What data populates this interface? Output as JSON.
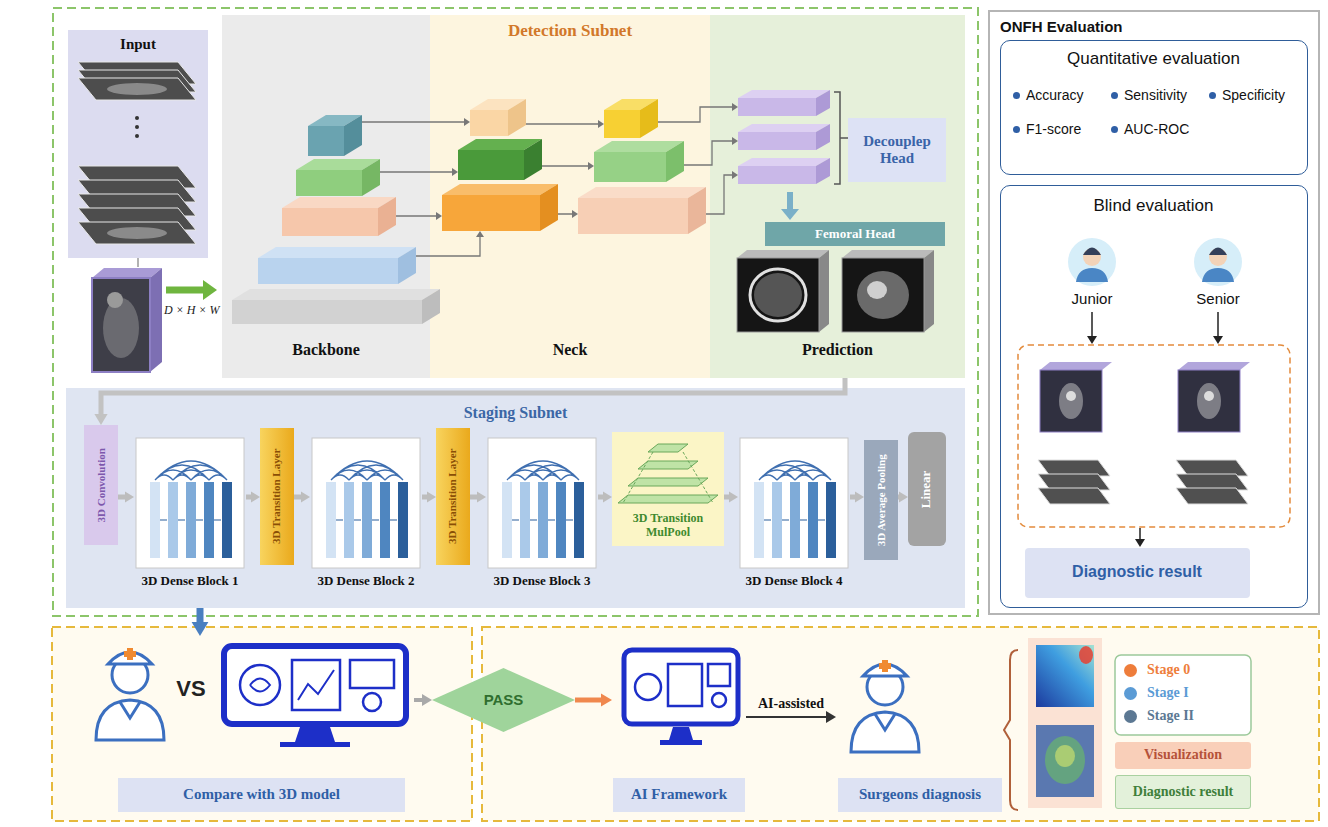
{
  "diagram": {
    "nodes": [
      {
        "text": [
          "Input"
        ]
      },
      {
        "text": [
          "Backbone"
        ]
      },
      {
        "text": [
          "Detection Subnet",
          "Neck"
        ]
      },
      {
        "text": [
          "Prediction"
        ]
      },
      {
        "text": [
          "Decouplep Head"
        ],
        "in": 3
      },
      {
        "text": [
          "Femoral Head"
        ],
        "in": 3
      },
      {
        "text": [
          "Staging Subnet"
        ]
      },
      {
        "text": [
          "3D Convolution"
        ],
        "in": 6
      },
      {
        "text": [
          "3D Dense Block 1"
        ],
        "in": 6
      },
      {
        "text": [
          "3D Transition Layer"
        ],
        "in": 6
      },
      {
        "text": [
          "3D Dense Block 2"
        ],
        "in": 6
      },
      {
        "text": [
          "3D Transition Layer"
        ],
        "in": 6
      },
      {
        "text": [
          "3D Dense Block 3"
        ],
        "in": 6
      },
      {
        "text": [
          "3D Transition MulPool"
        ],
        "in": 6
      },
      {
        "text": [
          "3D Dense Block 4"
        ],
        "in": 6
      },
      {
        "text": [
          "3D Average Pooling"
        ],
        "in": 6
      },
      {
        "text": [
          "Linear"
        ],
        "in": 6
      },
      {
        "text": [
          "ONFH Evaluation"
        ]
      },
      {
        "text": [
          "Quantitative evaluation",
          "Accuracy",
          "Sensitivity",
          "Specificity",
          "F1-score",
          "AUC-ROC"
        ],
        "in": 17
      },
      {
        "text": [
          "Blind evaluation"
        ],
        "in": 17
      },
      {
        "text": [
          "Diagnostic result"
        ],
        "in": 19
      },
      {
        "text": [
          "Compare with 3D model"
        ]
      },
      {
        "text": [
          "PASS"
        ]
      },
      {
        "text": [
          "AI Framework"
        ]
      },
      {
        "text": [
          "Surgeons diagnosis"
        ]
      },
      {
        "text": [
          "Visualization"
        ]
      },
      {
        "text": [
          "Diagnostic result"
        ]
      }
    ],
    "edges": [
      {
        "from": 3,
        "to": 7,
        "arrow": "to"
      },
      {
        "from": 7,
        "to": 8,
        "arrow": "to"
      },
      {
        "from": 8,
        "to": 9,
        "arrow": "to"
      },
      {
        "from": 9,
        "to": 10,
        "arrow": "to"
      },
      {
        "from": 10,
        "to": 11,
        "arrow": "to"
      },
      {
        "from": 11,
        "to": 12,
        "arrow": "to"
      },
      {
        "from": 12,
        "to": 13,
        "arrow": "to"
      },
      {
        "from": 13,
        "to": 14,
        "arrow": "to"
      },
      {
        "from": 14,
        "to": 15,
        "arrow": "to"
      },
      {
        "from": 15,
        "to": 16,
        "arrow": "to"
      },
      {
        "from": 6,
        "to": 21,
        "arrow": "to"
      },
      {
        "from": 21,
        "to": 22,
        "arrow": "to"
      },
      {
        "from": 22,
        "to": 23,
        "arrow": "to"
      },
      {
        "from": 23,
        "to": 24,
        "label": "AI-assisted",
        "arrow": "to"
      }
    ],
    "labels": [
      "D × H × W",
      "Junior",
      "Senior",
      "VS"
    ],
    "legend": [
      {
        "text": "Stage 0",
        "color": "#ee7d3b"
      },
      {
        "text": "Stage I",
        "color": "#5b9bd5"
      },
      {
        "text": "Stage II",
        "color": "#5c7893"
      }
    ]
  }
}
